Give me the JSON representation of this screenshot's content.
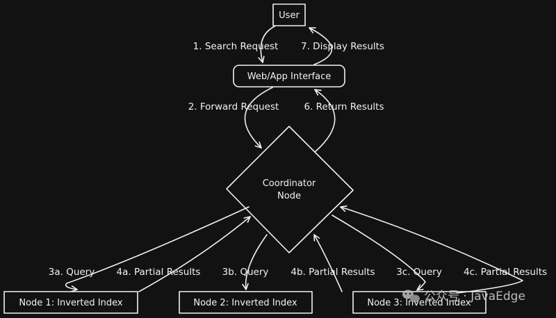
{
  "nodes": {
    "user": "User",
    "web": "Web/App Interface",
    "coordinator": [
      "Coordinator",
      "Node"
    ],
    "node1": "Node 1: Inverted Index",
    "node2": "Node 2: Inverted Index",
    "node3": "Node 3: Inverted Index"
  },
  "edges": {
    "e1": "1. Search Request",
    "e7": "7. Display Results",
    "e2": "2. Forward Request",
    "e6": "6. Return Results",
    "e3a": "3a. Query",
    "e4a": "4a. Partial Results",
    "e3b": "3b. Query",
    "e4b": "4b. Partial Results",
    "e3c": "3c. Query",
    "e4c": "4c. Partial Results"
  },
  "watermark": {
    "text": "公众号 · JavaEdge",
    "icon": "wechat-icon"
  }
}
